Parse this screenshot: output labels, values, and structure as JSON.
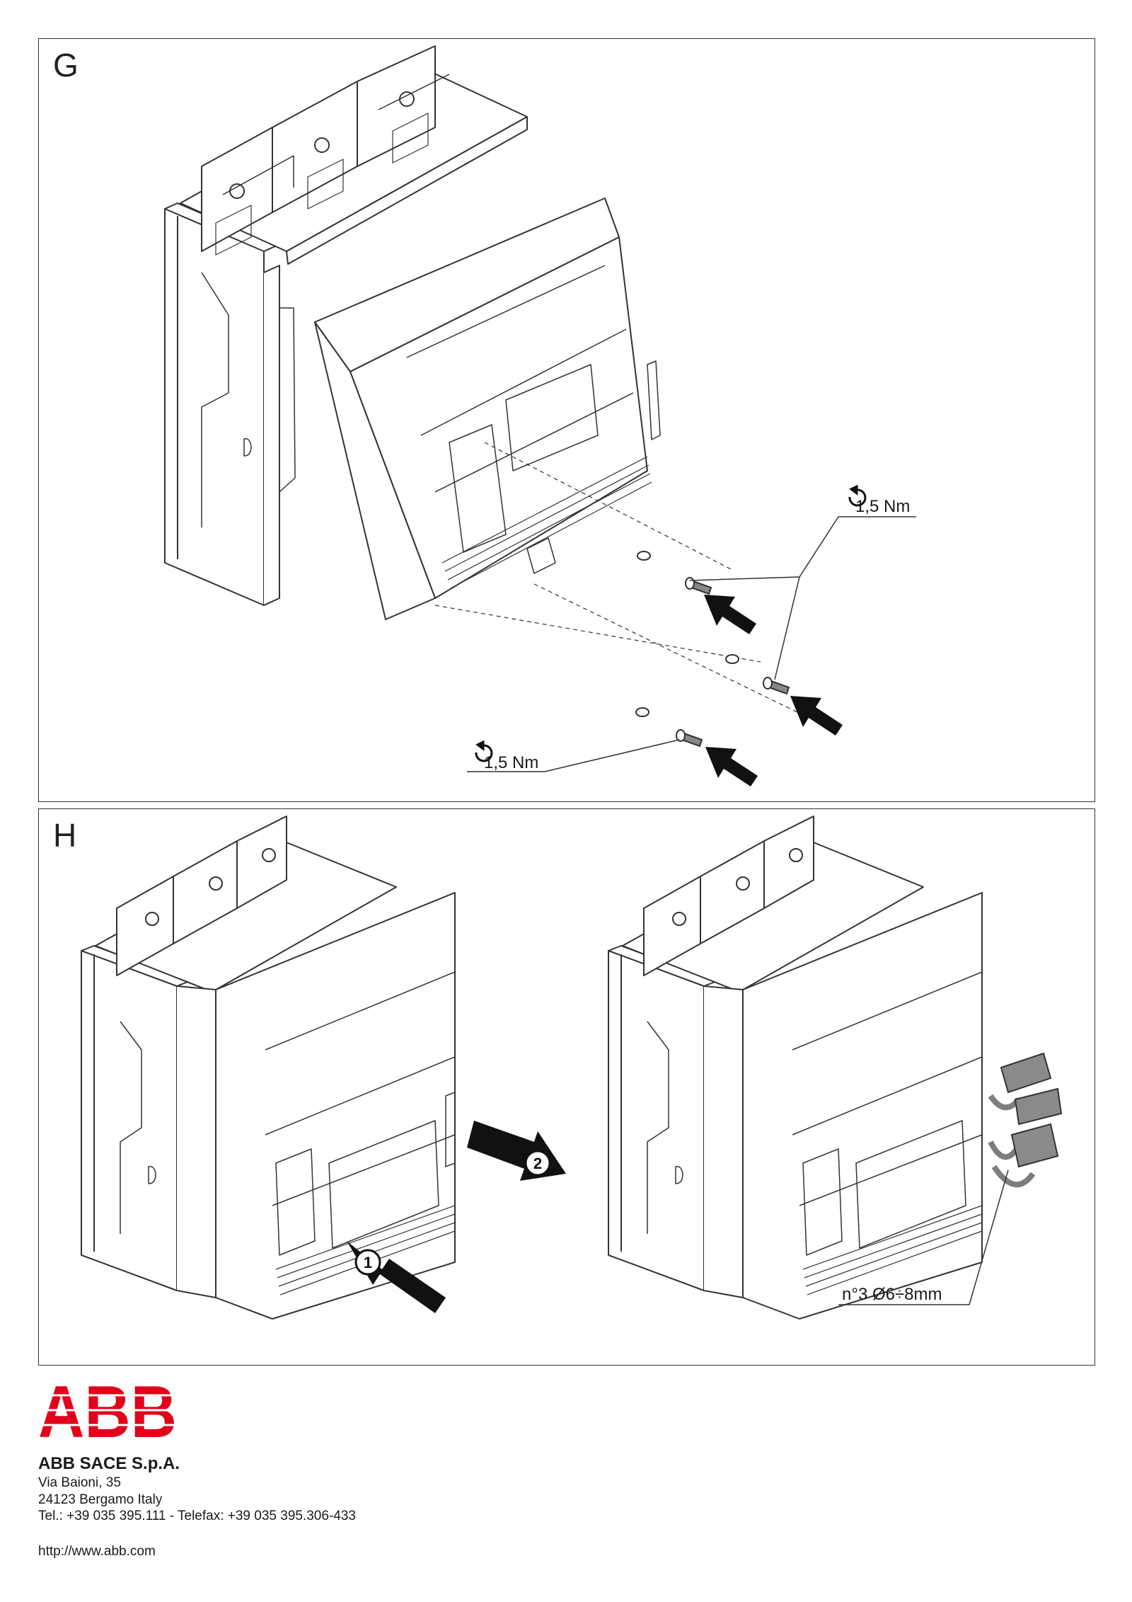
{
  "panels": {
    "g": {
      "letter": "G",
      "torque_top": "1,5 Nm",
      "torque_bottom": "1,5 Nm"
    },
    "h": {
      "letter": "H",
      "step_1": "1",
      "step_2": "2",
      "cable_spec": "n°3 Ø6÷8mm"
    }
  },
  "footer": {
    "logo_text": "ABB",
    "company": "ABB SACE S.p.A.",
    "street": "Via Baioni, 35",
    "city": "24123 Bergamo Italy",
    "phone": "Tel.: +39 035 395.111 - Telefax: +39 035 395.306-433",
    "website": "http://www.abb.com"
  },
  "colors": {
    "brand_red": "#e2001a",
    "line": "#333333",
    "arrow": "#111111",
    "cable_gray": "#7d7d7d"
  }
}
